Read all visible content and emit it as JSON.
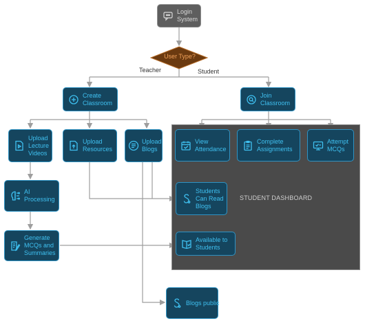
{
  "nodes": {
    "login": "Login\nSystem",
    "decision": "User Type?",
    "create_classroom": "Create\nClassroom",
    "join_classroom": "Join\nClassroom",
    "upload_videos": "Upload\nLecture\nVideos",
    "upload_resources": "Upload\nResources",
    "upload_blogs": "Upload\nBlogs",
    "view_attendance": "View\nAttendance",
    "complete_assignments": "Complete\nAssignments",
    "attempt_mcqs": "Attempt\nMCQs",
    "ai_processing": "AI\nProcessing",
    "generate_mcqs": "Generate\nMCQs and\nSummaries",
    "students_read_blogs": "Students\nCan Read\nBlogs",
    "available_students": "Available to\nStudents",
    "blogs_public": "Blogs public"
  },
  "edge_labels": {
    "teacher": "Teacher",
    "student": "Student"
  },
  "dashboard_label": "STUDENT DASHBOARD",
  "colors": {
    "node_fill": "#15455e",
    "node_border": "#2e93c4",
    "node_text": "#3fc0f0",
    "decision_fill": "#6b3a10",
    "decision_text": "#f1a15a",
    "dashboard_fill": "#4a4a4a",
    "connector": "#9e9e9e"
  }
}
